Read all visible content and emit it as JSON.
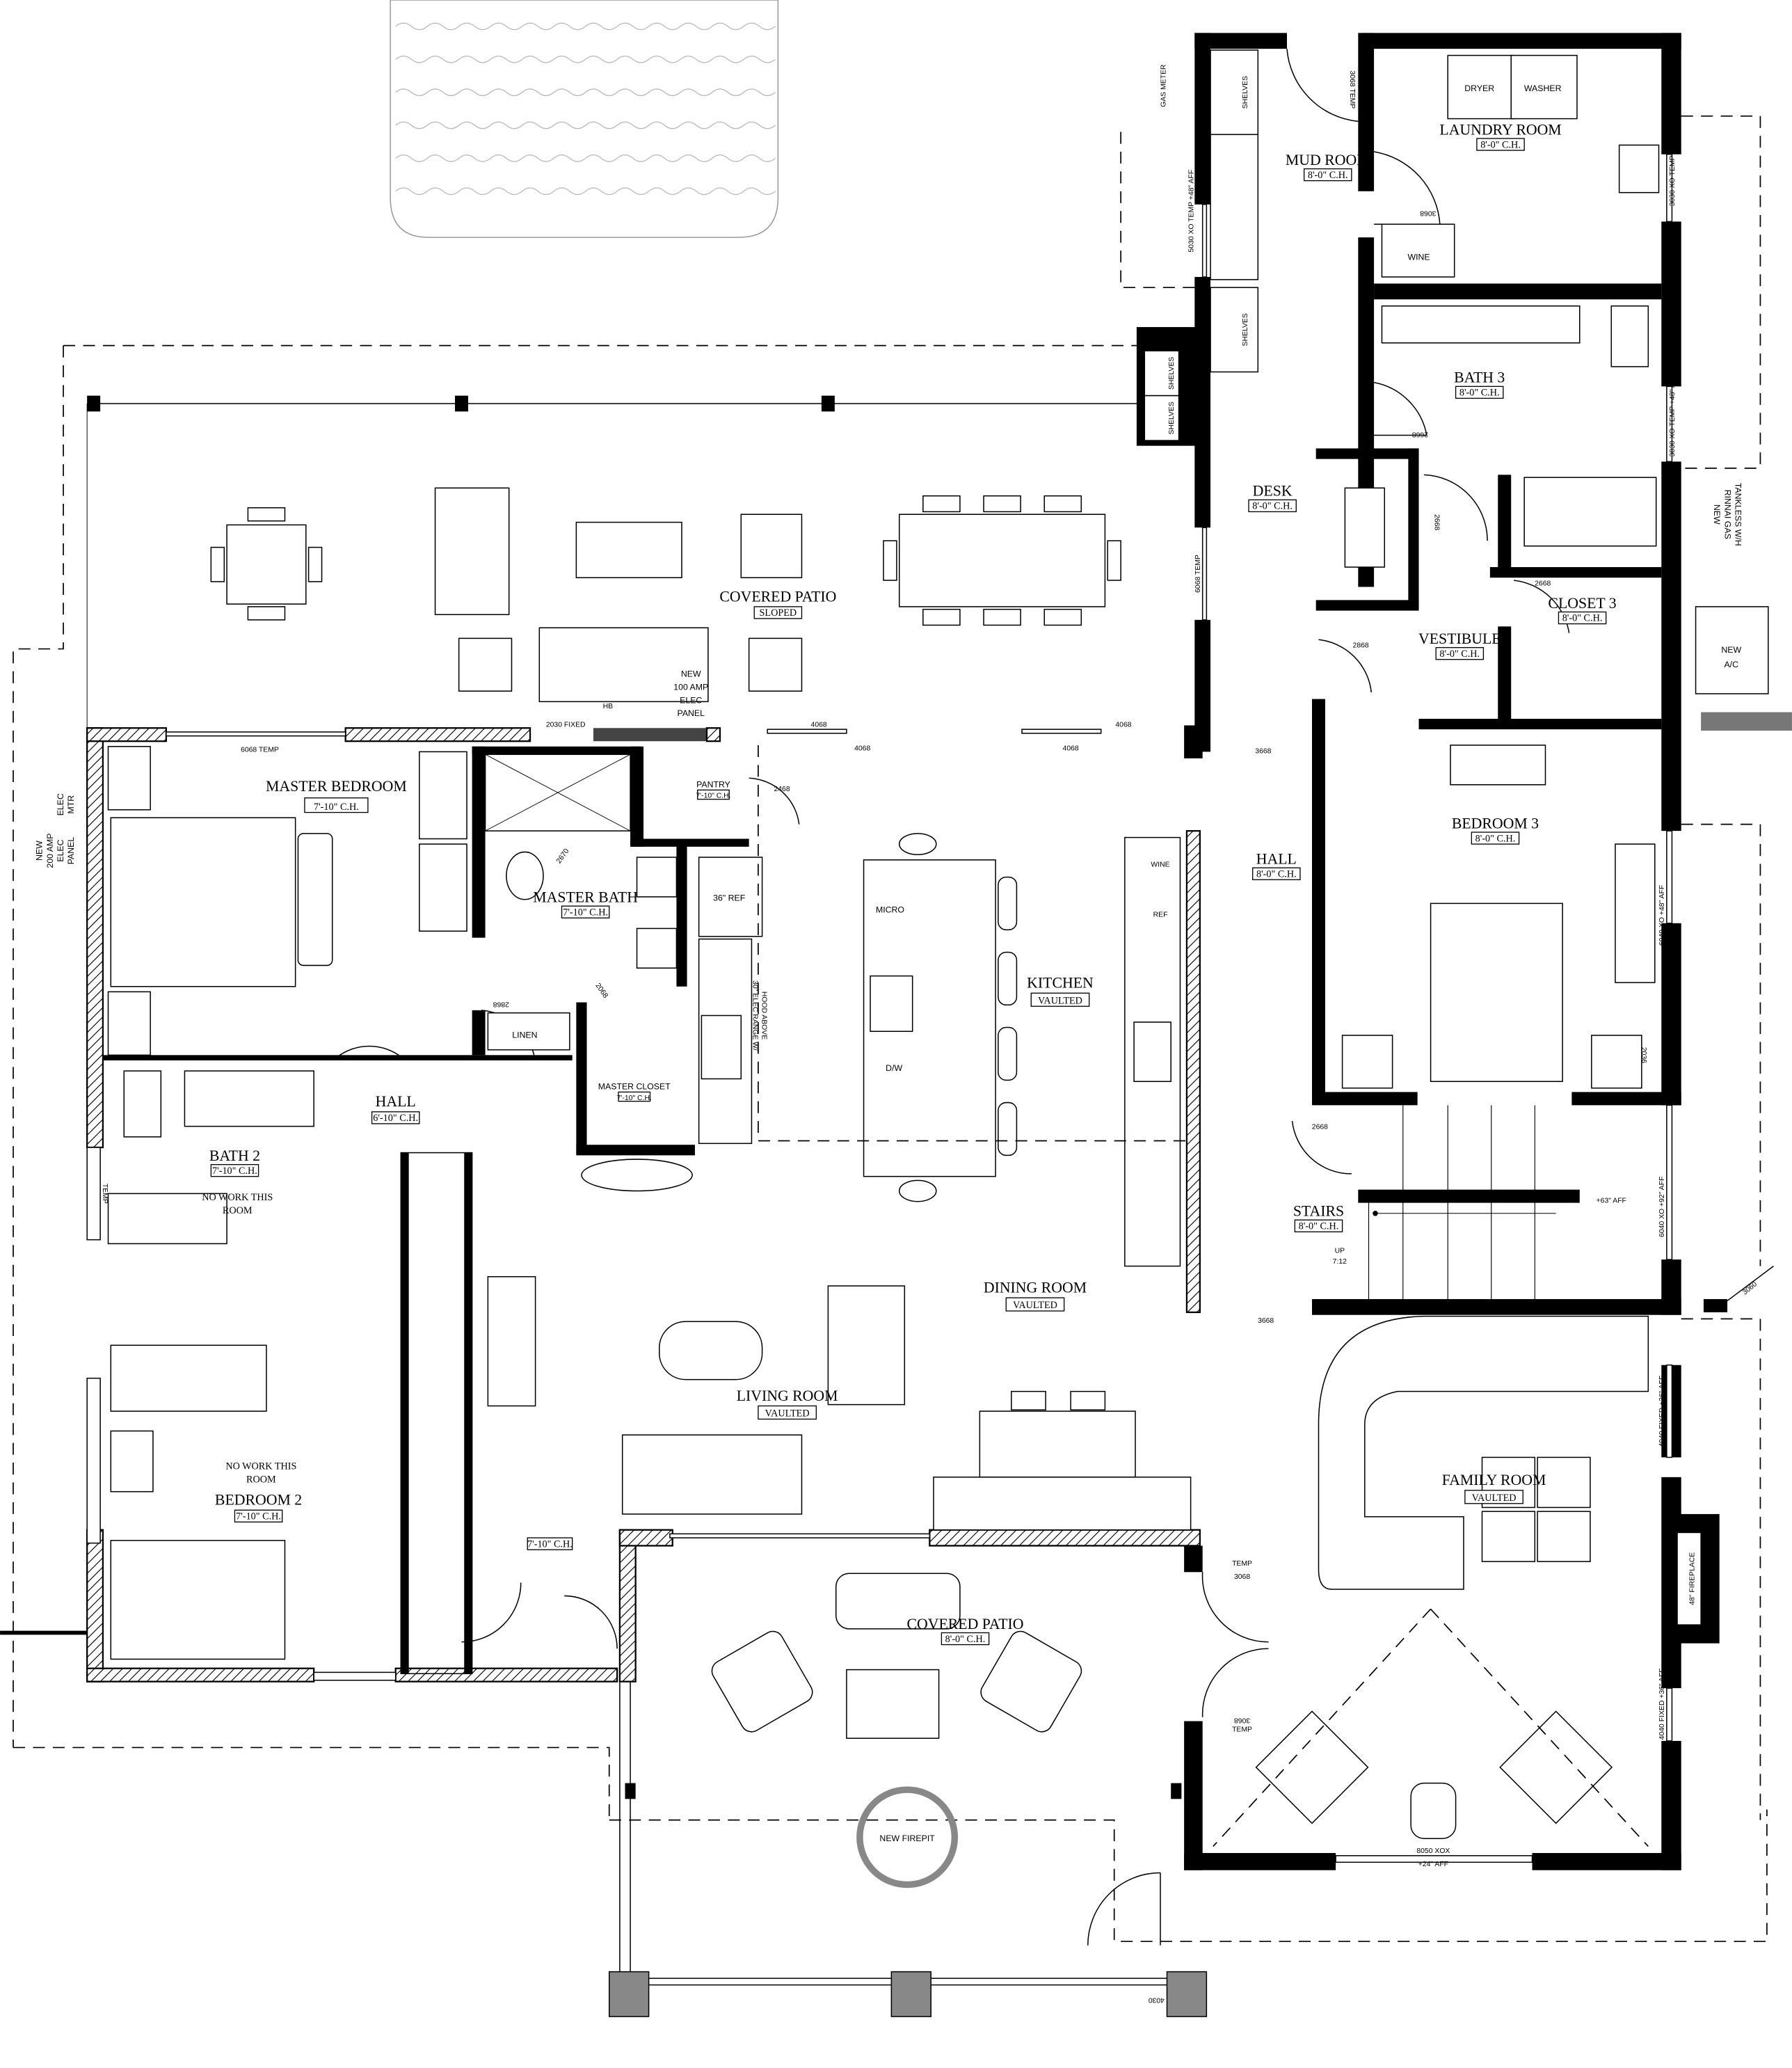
{
  "rooms": {
    "mud_room": {
      "name": "MUD ROOM",
      "ceiling": "8'-0\" C.H."
    },
    "laundry_room": {
      "name": "LAUNDRY ROOM",
      "ceiling": "8'-0\" C.H."
    },
    "bath_3": {
      "name": "BATH 3",
      "ceiling": "8'-0\" C.H."
    },
    "desk": {
      "name": "DESK",
      "ceiling": "8'-0\" C.H."
    },
    "vestibule": {
      "name": "VESTIBULE",
      "ceiling": "8'-0\" C.H."
    },
    "closet_3": {
      "name": "CLOSET 3",
      "ceiling": "8'-0\" C.H."
    },
    "bedroom_3": {
      "name": "BEDROOM 3",
      "ceiling": "8'-0\" C.H."
    },
    "hall_east": {
      "name": "HALL",
      "ceiling": "8'-0\" C.H."
    },
    "stairs": {
      "name": "STAIRS",
      "ceiling": "8'-0\" C.H."
    },
    "family_room": {
      "name": "FAMILY ROOM",
      "ceiling": "VAULTED"
    },
    "covered_patio_north": {
      "name": "COVERED PATIO",
      "ceiling": "SLOPED"
    },
    "master_bedroom": {
      "name": "MASTER BEDROOM",
      "ceiling": "7'-10\" C.H."
    },
    "master_bath": {
      "name": "MASTER BATH",
      "ceiling": "7'-10\" C.H."
    },
    "pantry": {
      "name": "PANTRY",
      "ceiling": "7'-10\" C.H."
    },
    "master_closet": {
      "name": "MASTER CLOSET",
      "ceiling": "7'-10\" C.H."
    },
    "hall_west": {
      "name": "HALL",
      "ceiling": "6'-10\" C.H."
    },
    "bath_2": {
      "name": "BATH 2",
      "ceiling": "7'-10\" C.H."
    },
    "bedroom_2": {
      "name": "BEDROOM 2",
      "ceiling": "7'-10\" C.H."
    },
    "kitchen": {
      "name": "KITCHEN",
      "ceiling": "VAULTED"
    },
    "dining_room": {
      "name": "DINING ROOM",
      "ceiling": "VAULTED"
    },
    "living_room": {
      "name": "LIVING ROOM",
      "ceiling": "VAULTED"
    },
    "covered_patio_south": {
      "name": "COVERED PATIO",
      "ceiling": "8'-0\" C.H."
    },
    "entry_ceiling": "7'-10\" C.H."
  },
  "notes": {
    "no_work_bath2": [
      "NO WORK THIS",
      "ROOM"
    ],
    "no_work_bedroom2": [
      "NO WORK THIS",
      "ROOM"
    ],
    "gas_meter": "GAS METER",
    "shelves": "SHELVES",
    "dryer": "DRYER",
    "washer": "WASHER",
    "wine": "WINE",
    "linen": "LINEN",
    "ref": "REF",
    "ref_36": "36\" REF",
    "micro": "MICRO",
    "dw": "D/W",
    "range": [
      "30\" ELEC RANGE W/",
      "HOOD ABOVE"
    ],
    "new_ac": [
      "NEW",
      "A/C"
    ],
    "water_heater": [
      "NEW",
      "RINNAI GAS",
      "TANKLESS W/H"
    ],
    "elec_200": [
      "NEW",
      "200 AMP",
      "ELEC",
      "PANEL"
    ],
    "elec_mtr": [
      "ELEC",
      "MTR"
    ],
    "elec_100": [
      "NEW",
      "100 AMP",
      "ELEC",
      "PANEL"
    ],
    "hb": "HB",
    "firepit": "NEW FIREPIT",
    "fireplace": "48\" FIREPLACE",
    "stairs_up": [
      "UP",
      "7:12"
    ],
    "aff_63": "+63\" AFF",
    "temp": "TEMP"
  },
  "openings": {
    "d3068_mud": "3068 TEMP",
    "d3068_laundry": "3068",
    "d2668_bath3": "2668",
    "d2668_desk": "2668",
    "d2668_closet3": "2668",
    "d2868_vest": "2868",
    "w5030": "5030 XO TEMP +48\" AFF",
    "w3030_a": "3030 XO TEMP +48\" AFF",
    "w3030_b": "3030 XO TEMP +48\" AFF",
    "w6068_temp_east": "6068 TEMP",
    "w6068_temp_mb": "6068 TEMP",
    "w2030": "2030 FIXED",
    "d4068_a": "4068",
    "d4068_b": "4068",
    "d4068_c": "4068",
    "d4068_d": "4068",
    "d2468": "2468",
    "d2670": "2670",
    "d2068": "2068",
    "d2868_mb": "2868",
    "d3668_a": "3668",
    "d3668_b": "3668",
    "d2668_stairs": "2668",
    "w6040_bd3": "6040 XO +48\" AFF",
    "w6040_st": "6040 XO +92\" AFF",
    "d3060": "3060",
    "w4040_a": "4040 FIXED +36\" AFF",
    "w4040_b": "4040 FIXED +36\" AFF",
    "d3068_fr1": "3068",
    "d3068_fr2": "3068",
    "w8050": "8050 XOX",
    "w8050_aff": "+24\" AFF",
    "d4030": "4030",
    "d2036": "2036"
  }
}
